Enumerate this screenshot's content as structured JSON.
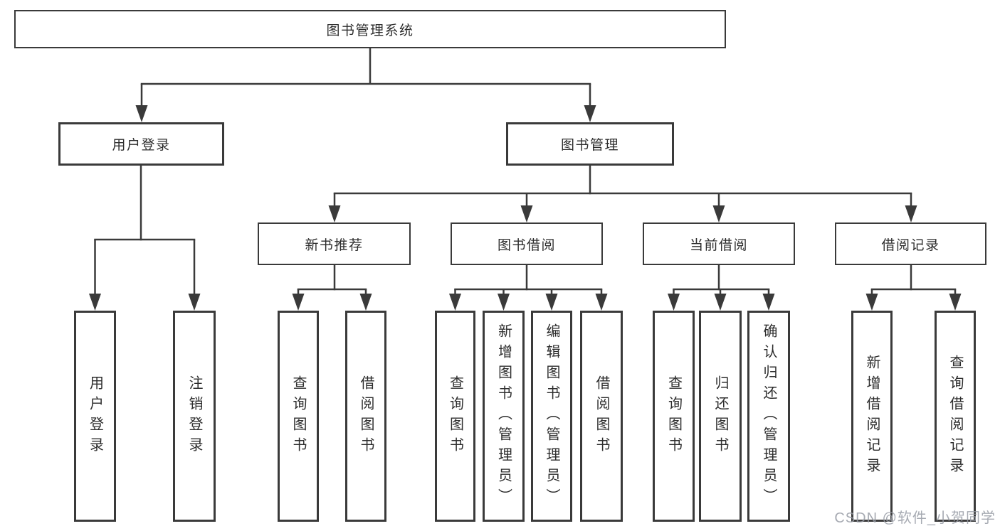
{
  "diagram": {
    "title": "图书管理系统",
    "branches": [
      {
        "label": "用户登录",
        "children": [
          {
            "label": "用户登录"
          },
          {
            "label": "注销登录"
          }
        ]
      },
      {
        "label": "图书管理",
        "children": [
          {
            "label": "新书推荐",
            "children": [
              {
                "label": "查询图书"
              },
              {
                "label": "借阅图书"
              }
            ]
          },
          {
            "label": "图书借阅",
            "children": [
              {
                "label": "查询图书"
              },
              {
                "label": "新增图书（管理员）"
              },
              {
                "label": "编辑图书（管理员）"
              },
              {
                "label": "借阅图书"
              }
            ]
          },
          {
            "label": "当前借阅",
            "children": [
              {
                "label": "查询图书"
              },
              {
                "label": "归还图书"
              },
              {
                "label": "确认归还（管理员）"
              }
            ]
          },
          {
            "label": "借阅记录",
            "children": [
              {
                "label": "新增借阅记录"
              },
              {
                "label": "查询借阅记录"
              }
            ]
          }
        ]
      }
    ]
  },
  "watermark": {
    "text": "CSDN @软件_小贺同学"
  },
  "colors": {
    "line": "#3a3a3a",
    "text": "#2d2d2d",
    "watermark": "#979ba4",
    "background": "#ffffff"
  }
}
